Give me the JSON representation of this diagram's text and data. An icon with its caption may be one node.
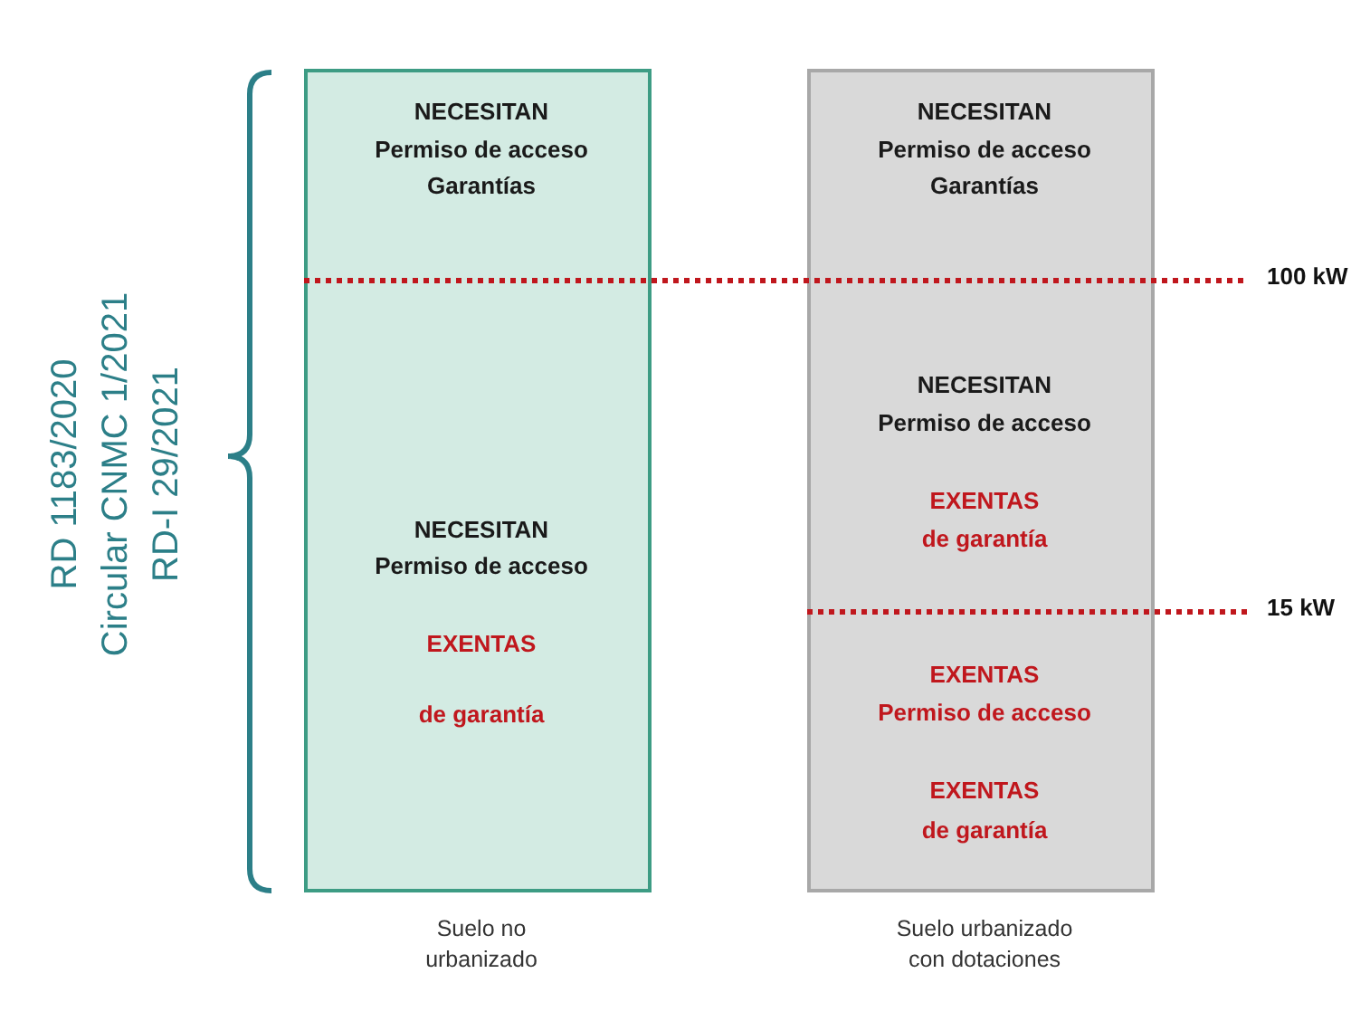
{
  "diagram": {
    "nodes": [
      {
        "text": [
          "NECESITAN",
          "Permiso de acceso Garantías",
          "NECESITAN",
          "Permiso de acceso",
          "EXENTAS",
          "de garantía"
        ],
        "beside": [
          "Suelo no urbanizado"
        ]
      },
      {
        "text": [
          "NECESITAN",
          "Permiso de acceso Garantías",
          "NECESITAN",
          "Permiso de acceso",
          "EXENTAS",
          "de garantía",
          "EXENTAS",
          "Permiso de acceso",
          "EXENTAS",
          "de garantía"
        ],
        "beside": [
          "Suelo urbanizado con dotaciones"
        ]
      }
    ],
    "edges": [],
    "labels": [
      "RD 1183/2020",
      "Circular CNMC 1/2021",
      "RD-I 29/2021",
      "100 kW",
      "15 kW"
    ]
  }
}
